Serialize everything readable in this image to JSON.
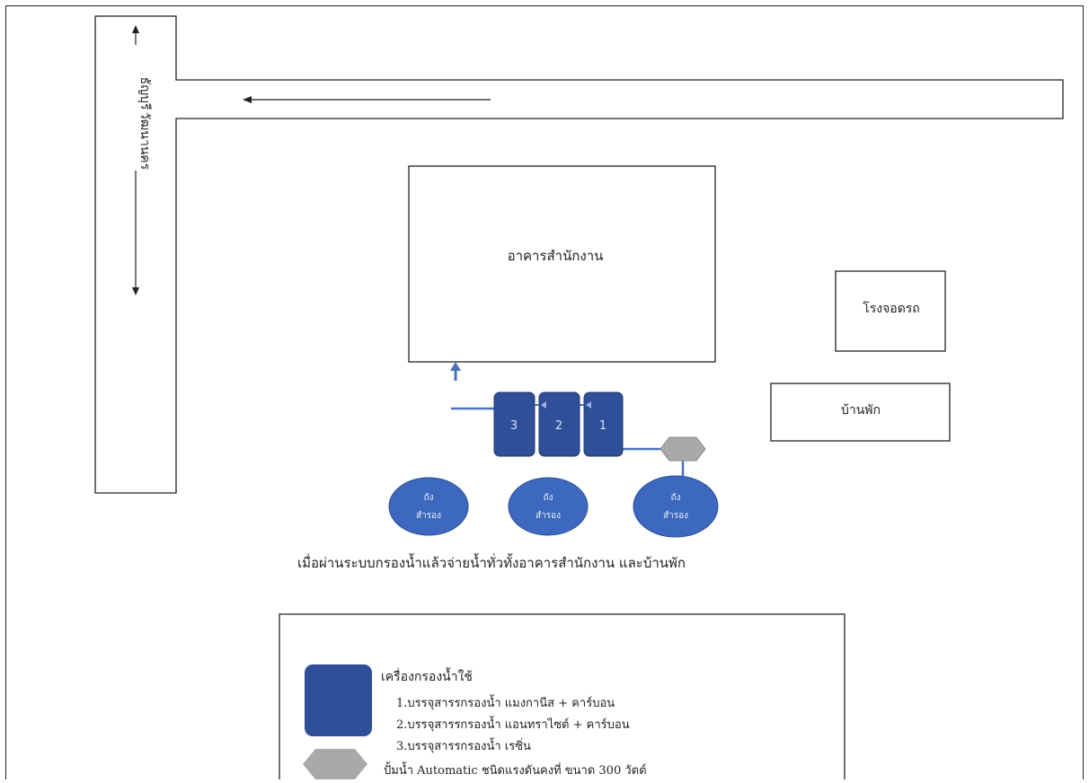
{
  "road": {
    "vertical_label": "วัฒนานคร",
    "vertical_label_2": "ธัญบุรี"
  },
  "buildings": {
    "office": "อาคารสำนักงาน",
    "garage": "โรงจอดรถ",
    "house": "บ้านพัก"
  },
  "filters": [
    {
      "label": "3"
    },
    {
      "label": "2"
    },
    {
      "label": "1"
    }
  ],
  "tanks": [
    {
      "line1": "ถัง",
      "line2": "สำรอง"
    },
    {
      "line1": "ถัง",
      "line2": "สำรอง"
    },
    {
      "line1": "ถัง",
      "line2": "สำรอง"
    }
  ],
  "caption": "เมื่อผ่านระบบกรองน้ำแล้วจ่ายน้ำทั่วทั้งอาคารสำนักงาน และบ้านพัก",
  "legend": {
    "title": "เครื่องกรองน้ำใช้",
    "item1": "1.บรรจุสารรกรองน้ำ แมงกานีส + คาร์บอน",
    "item2": "2.บรรจุสารรกรองน้ำ แอนทราไซต์ + คาร์บอน",
    "item3": "3.บรรจุสารรกรองน้ำ เรซิ่น",
    "pump": "ปั้มน้ำ Automatic ชนิดแรงดันคงที่ ขนาด 300 วัตต์"
  },
  "colors": {
    "filter_fill": "#2f4f98",
    "tank_fill": "#3d68bf",
    "pipe": "#4a72b8",
    "pump_fill": "#a9a9a9"
  }
}
